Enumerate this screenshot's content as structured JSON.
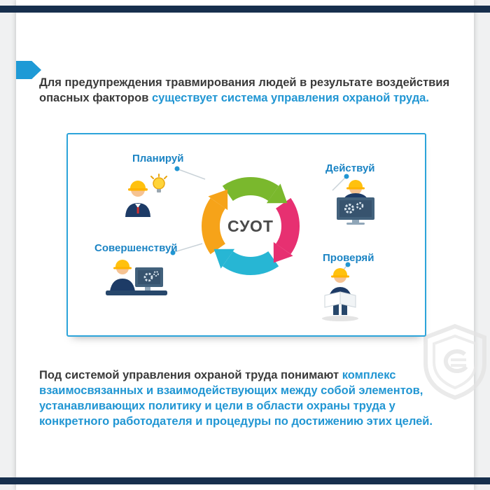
{
  "meta": {
    "slide_type": "safety-training-infographic",
    "language": "ru"
  },
  "colors": {
    "accent_blue": "#2196d3",
    "label_blue": "#1b84c4",
    "text_dark": "#3a3a3a",
    "top_bottom_bar": "#172f4d",
    "card_border": "#2ca4da"
  },
  "intro": {
    "dark": "Для предупреждения травмирования людей в результате воздействия опасных факторов",
    "blue": "существует система управления охраной труда."
  },
  "definition": {
    "dark": "Под системой управления охраной труда понимают",
    "blue": "комплекс взаимосвязанных и взаимодействующих между собой элементов, устанавливающих политику и цели в области охраны труда у конкретного работодателя и процедуры по достижению этих целей."
  },
  "diagram": {
    "center_label": "СУОТ",
    "steps": [
      {
        "label": "Планируй",
        "color": "#7ab82d",
        "figure": "worker-with-idea-lightbulb"
      },
      {
        "label": "Действуй",
        "color": "#e73071",
        "figure": "worker-at-computer-gears"
      },
      {
        "label": "Проверяй",
        "color": "#27b6d4",
        "figure": "worker-with-checklist-map"
      },
      {
        "label": "Совершенствуй",
        "color": "#f6a319",
        "figure": "worker-at-desk-computer"
      }
    ]
  }
}
